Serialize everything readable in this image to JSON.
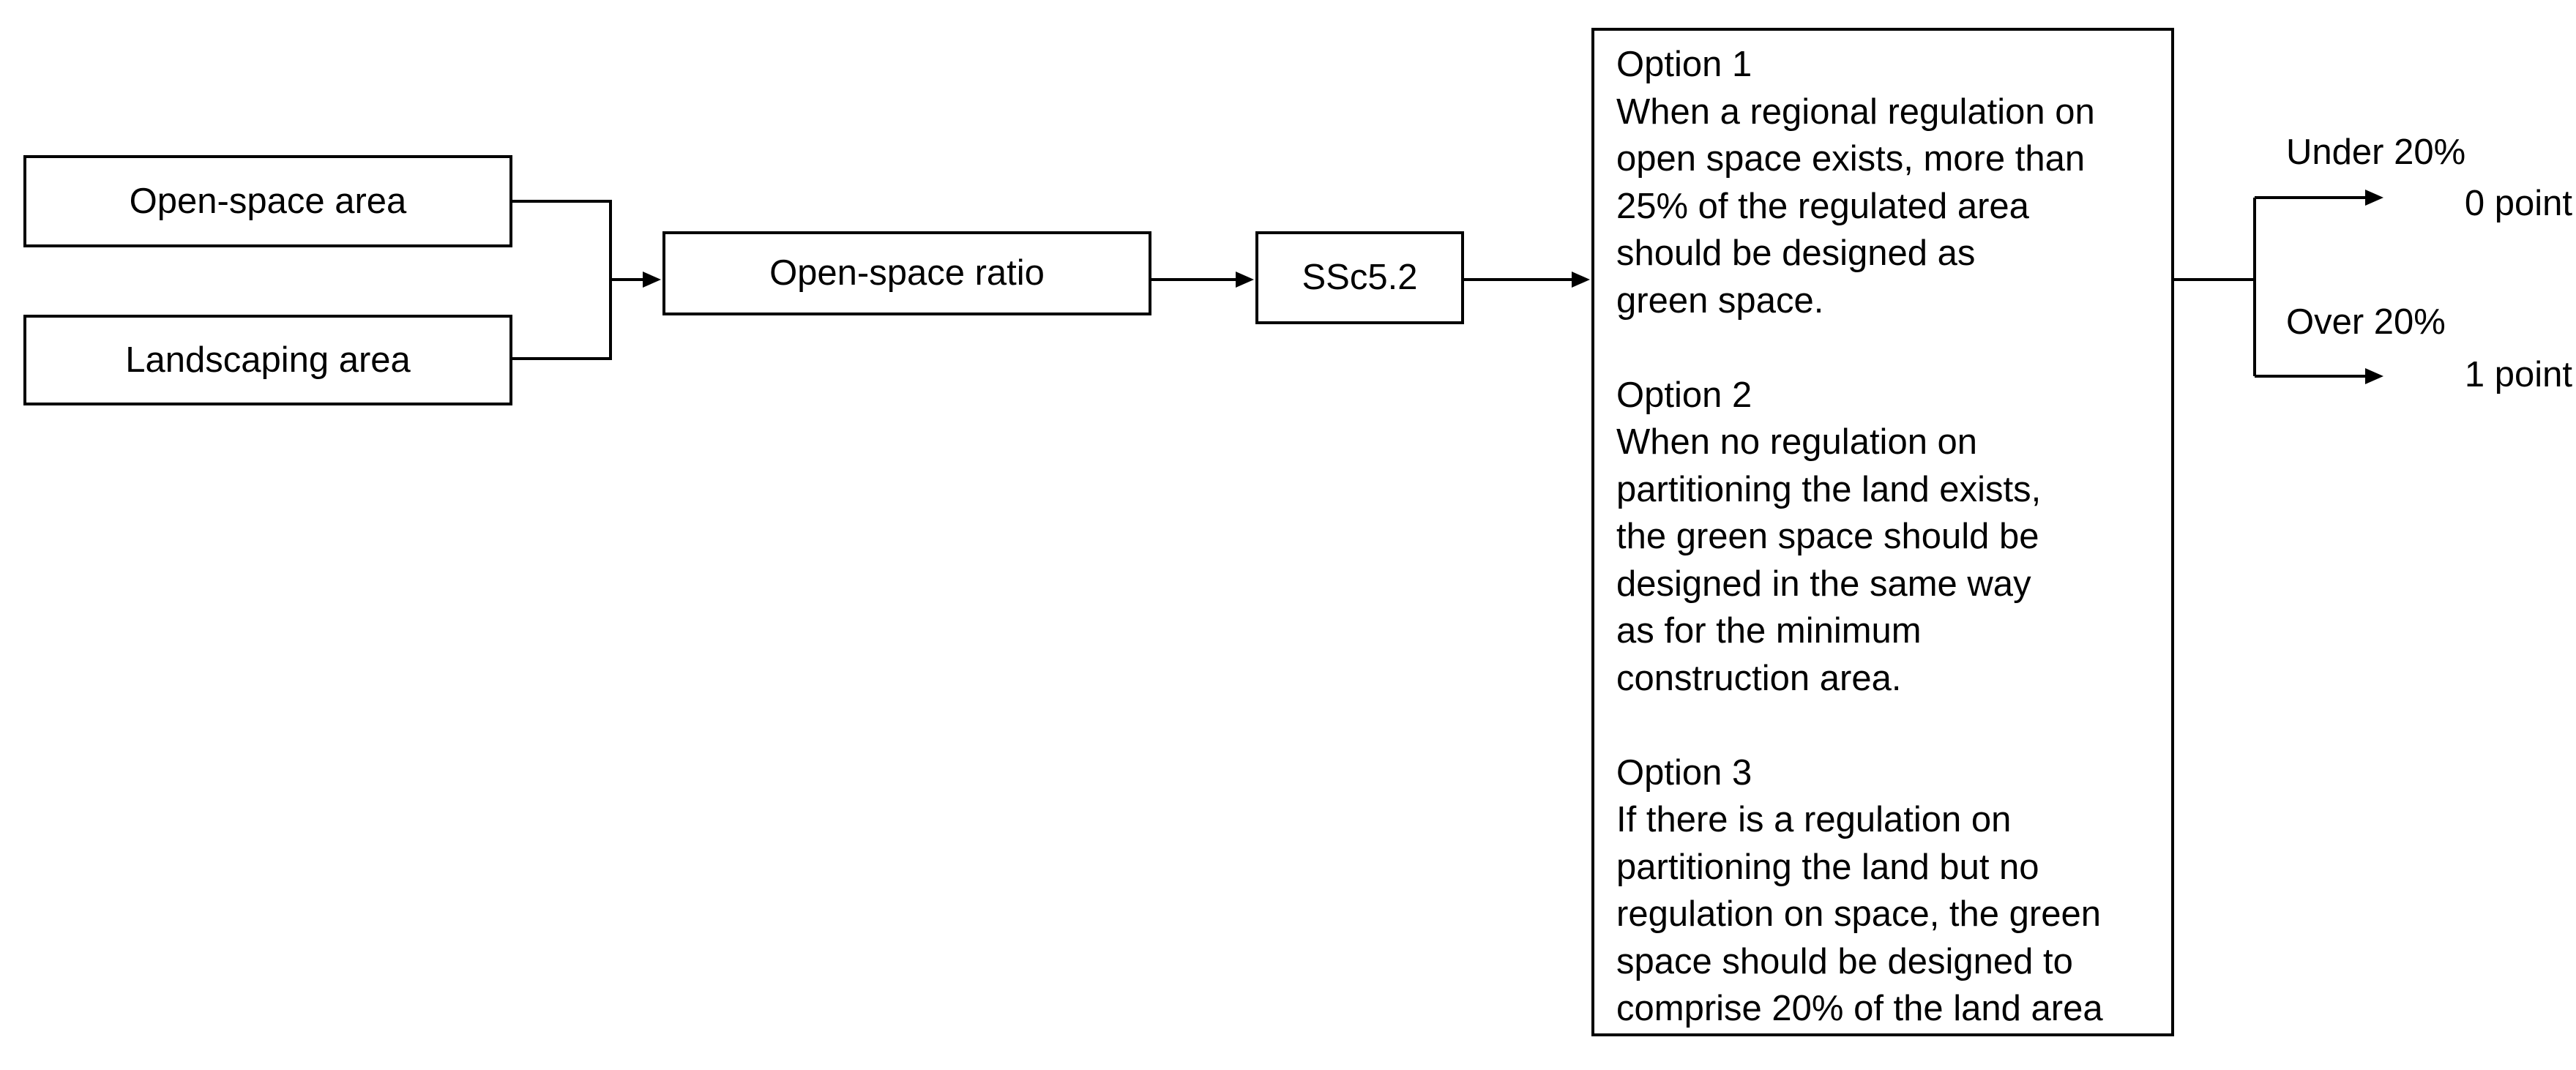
{
  "diagram": {
    "inputs": {
      "open_space_area": "Open-space area",
      "landscaping_area": "Landscaping area"
    },
    "ratio_label": "Open-space ratio",
    "criterion_code": "SSc5.2",
    "options": [
      {
        "title": "Option 1",
        "lines": [
          "When a regional regulation on",
          "open space exists, more than",
          "25% of the regulated area",
          "should be designed as",
          "green space."
        ]
      },
      {
        "title": "Option 2",
        "lines": [
          "When no regulation on",
          "partitioning the land exists,",
          "the green space should be",
          "designed in the same way",
          "as for the minimum",
          "construction area."
        ]
      },
      {
        "title": "Option 3",
        "lines": [
          "If there is a regulation on",
          "partitioning the land but no",
          "regulation on space, the green",
          "space should be designed to",
          "comprise 20% of the land area"
        ]
      }
    ],
    "outcomes": {
      "under": {
        "condition": "Under 20%",
        "points": "0 point"
      },
      "over": {
        "condition": "Over 20%",
        "points": "1 point"
      }
    }
  }
}
